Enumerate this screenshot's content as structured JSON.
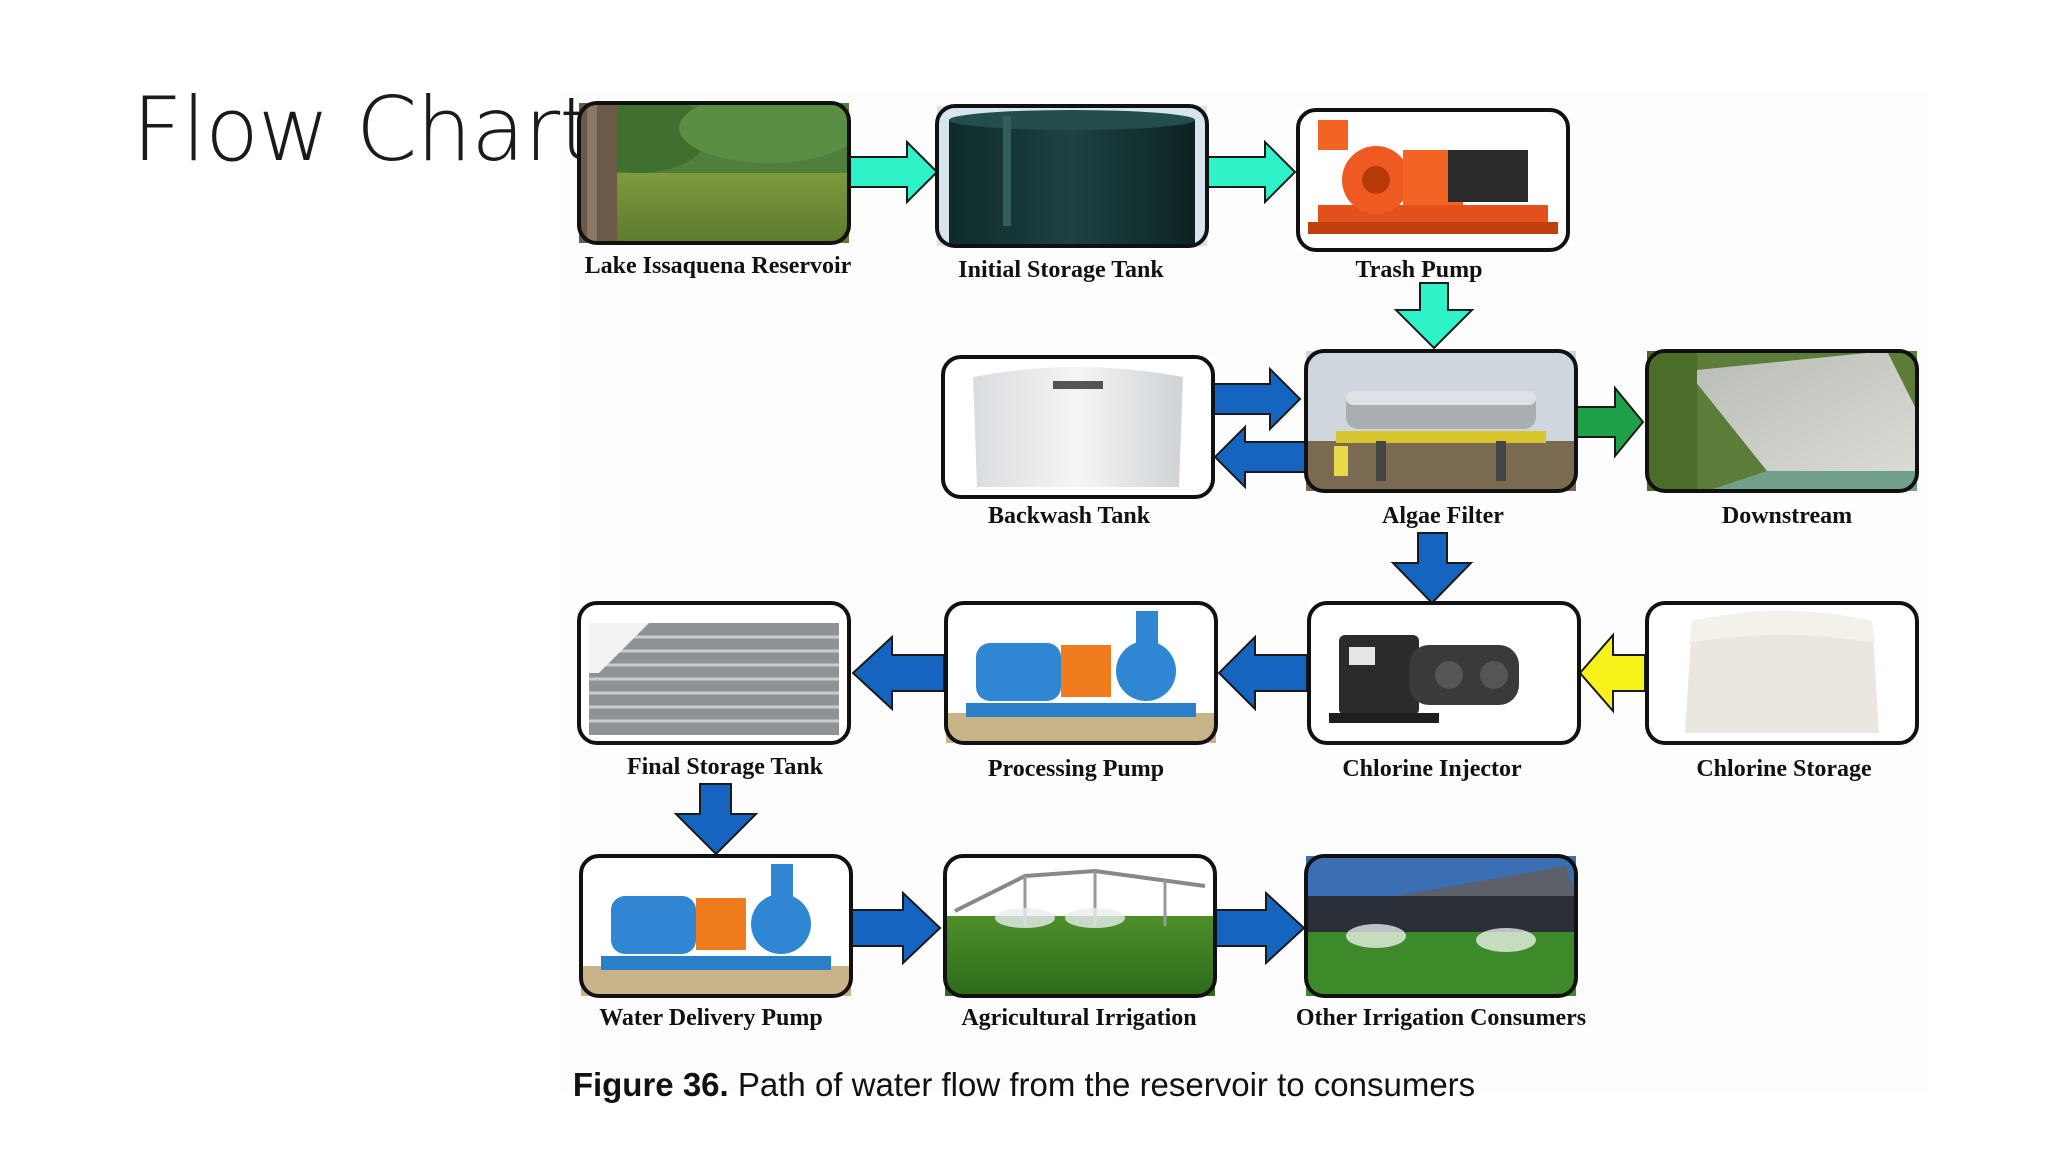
{
  "slide": {
    "title": "Flow Chart"
  },
  "figure": {
    "caption_label": "Figure 36.",
    "caption_text": "Path of water flow from the reservoir to consumers"
  },
  "nodes": {
    "reservoir": {
      "label": "Lake Issaquena Reservoir",
      "icon": "lake-photo"
    },
    "initial_tank": {
      "label": "Initial Storage Tank",
      "icon": "dark-tank-photo"
    },
    "trash_pump": {
      "label": "Trash Pump",
      "icon": "orange-pump-photo"
    },
    "backwash": {
      "label": "Backwash Tank",
      "icon": "white-tank-photo"
    },
    "algae_filter": {
      "label": "Algae Filter",
      "icon": "filter-photo"
    },
    "downstream": {
      "label": "Downstream",
      "icon": "spillway-photo"
    },
    "final_tank": {
      "label": "Final Storage Tank",
      "icon": "corrugated-tank-photo"
    },
    "proc_pump": {
      "label": "Processing Pump",
      "icon": "blue-pump-photo"
    },
    "chlor_inj": {
      "label": "Chlorine Injector",
      "icon": "injector-photo"
    },
    "chlor_store": {
      "label": "Chlorine Storage",
      "icon": "white-tank-photo"
    },
    "deliv_pump": {
      "label": "Water Delivery Pump",
      "icon": "blue-pump-photo"
    },
    "ag_irr": {
      "label": "Agricultural Irrigation",
      "icon": "pivot-irrigation-photo"
    },
    "other_irr": {
      "label": "Other Irrigation Consumers",
      "icon": "stadium-sprinkler-photo"
    }
  },
  "colors": {
    "arrow_teal": "#2ef2c8",
    "arrow_blue": "#1565c0",
    "arrow_green": "#1fa14a",
    "arrow_yellow": "#f7f31a",
    "box_border": "#111111"
  }
}
